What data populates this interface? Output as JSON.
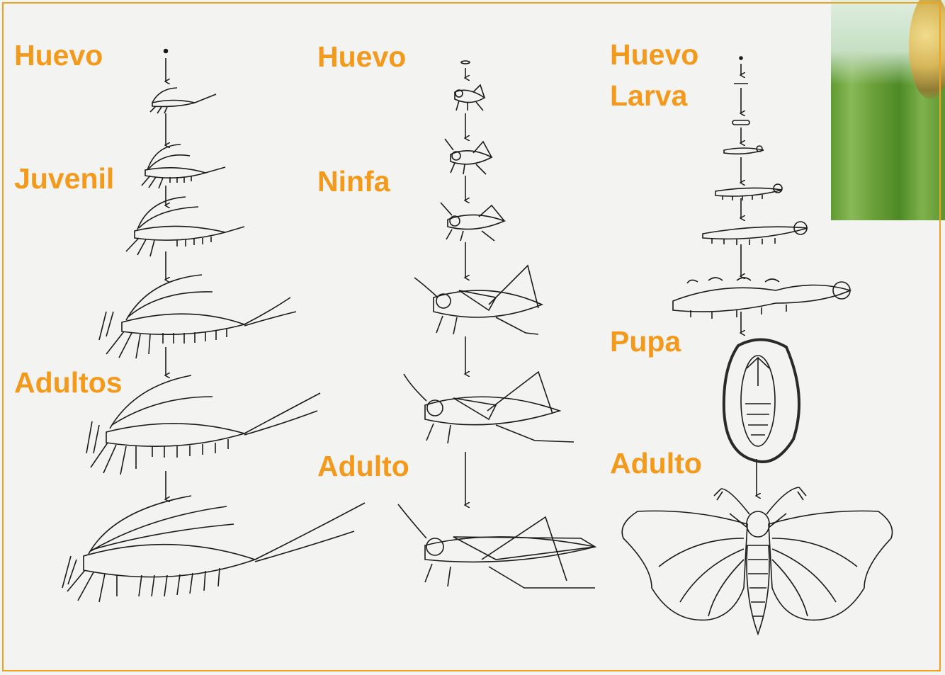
{
  "columns": [
    {
      "id": "ametabola",
      "labels": [
        "Huevo",
        "Juvenil",
        "Adultos"
      ]
    },
    {
      "id": "hemimetabola",
      "labels": [
        "Huevo",
        "Ninfa",
        "Adulto"
      ]
    },
    {
      "id": "holometabola",
      "labels": [
        "Huevo",
        "Larva",
        "Pupa",
        "Adulto"
      ]
    }
  ],
  "colors": {
    "label": "#f39a1c",
    "border": "#f0a21c",
    "ink": "#1a1a1a",
    "paper": "#f3f3f1"
  },
  "photo": {
    "icon": "flower-photo"
  }
}
